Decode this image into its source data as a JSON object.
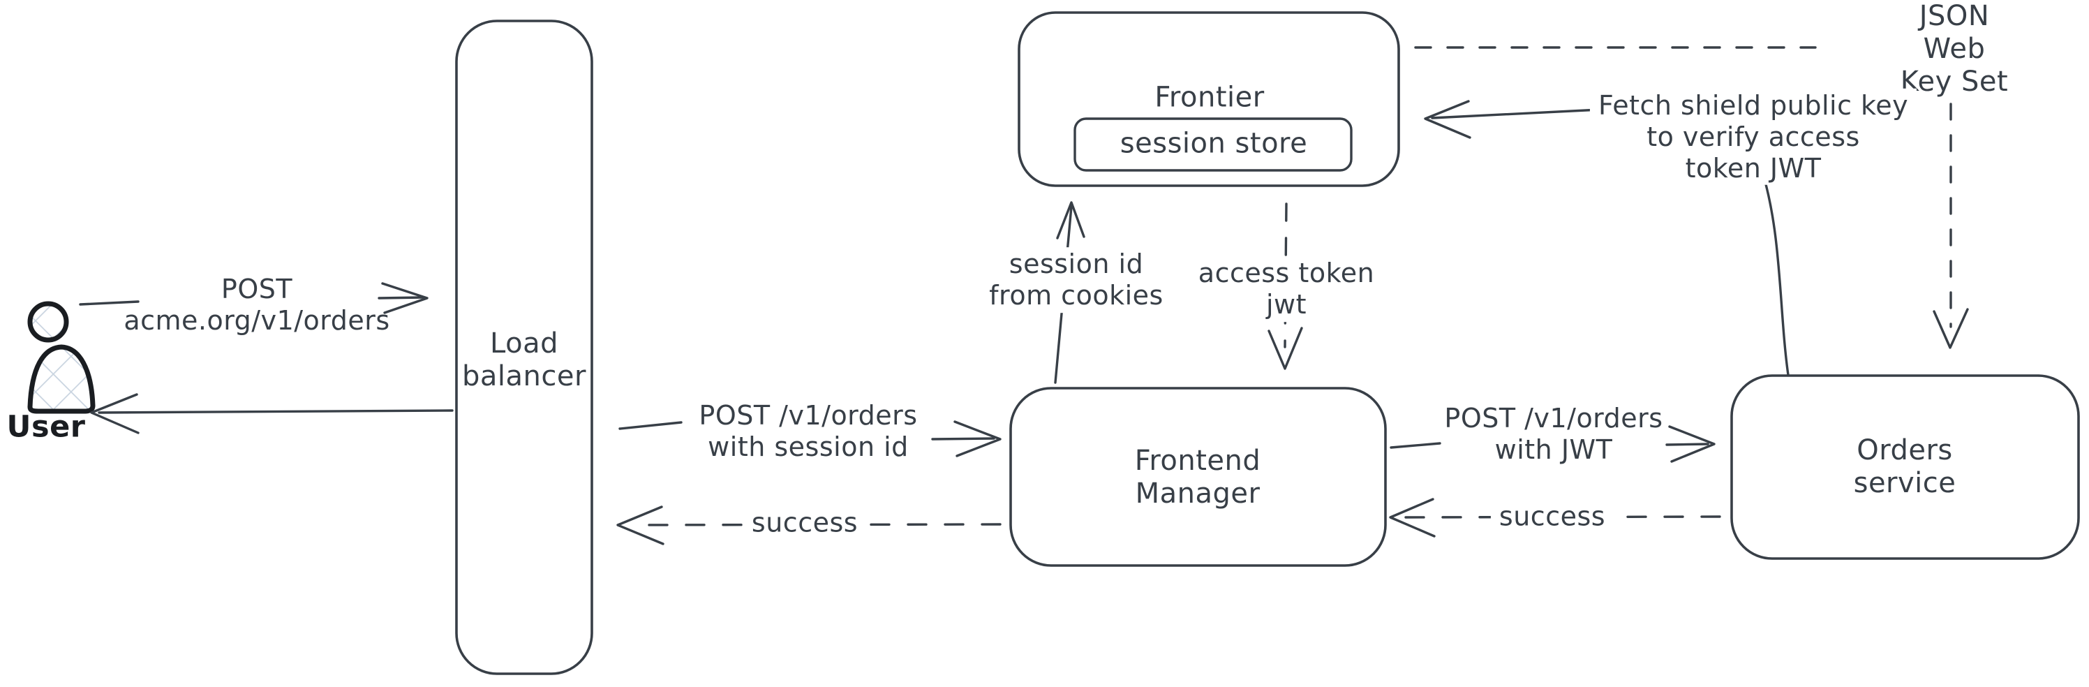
{
  "colors": {
    "stroke": "#383f47",
    "user_stroke": "#1a1d21",
    "hatch_line": "#c9d4e0",
    "background": "#ffffff"
  },
  "nodes": {
    "user": {
      "label": "User"
    },
    "load_balancer": {
      "label": "Load\nbalancer"
    },
    "frontier": {
      "label": "Frontier"
    },
    "session_store": {
      "label": "session store"
    },
    "frontend_manager": {
      "label": "Frontend\nManager"
    },
    "orders_service": {
      "label": "Orders service"
    },
    "jwks": {
      "label": "JSON Web Key Set"
    }
  },
  "edges": {
    "user_post": {
      "label": "POST\nacme.org/v1/orders",
      "style": "solid",
      "from": "user",
      "to": "load_balancer"
    },
    "lb_response": {
      "label": "",
      "style": "solid",
      "from": "load_balancer",
      "to": "user"
    },
    "post_session": {
      "label": "POST /v1/orders\nwith session id",
      "style": "solid",
      "from": "load_balancer",
      "to": "frontend_manager"
    },
    "success_to_lb": {
      "label": "success",
      "style": "dashed",
      "from": "frontend_manager",
      "to": "load_balancer"
    },
    "session_id": {
      "label": "session id\nfrom cookies",
      "style": "solid",
      "from": "frontend_manager",
      "to": "frontier"
    },
    "access_token": {
      "label": "access token\njwt",
      "style": "dashed",
      "from": "frontier",
      "to": "frontend_manager"
    },
    "post_jwt": {
      "label": "POST /v1/orders\nwith JWT",
      "style": "solid",
      "from": "frontend_manager",
      "to": "orders_service"
    },
    "success_to_fm": {
      "label": "success",
      "style": "dashed",
      "from": "orders_service",
      "to": "frontend_manager"
    },
    "fetch_key": {
      "label": "Fetch shield public key\nto verify access\ntoken JWT",
      "style": "solid",
      "from": "orders_service",
      "to": "frontier"
    },
    "jwks_link": {
      "label": "",
      "style": "dashed",
      "from": "frontier",
      "to": "jwks"
    },
    "jwks_to_orders": {
      "label": "",
      "style": "dashed",
      "from": "jwks",
      "to": "orders_service"
    }
  }
}
